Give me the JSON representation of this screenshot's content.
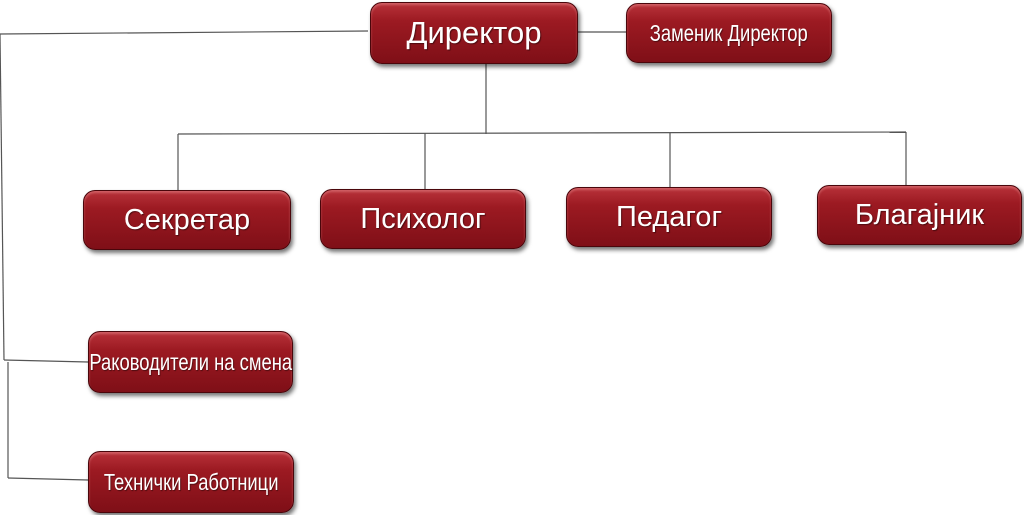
{
  "director": "Директор",
  "deputy": "Заменик Директор",
  "staff": [
    "Секретар",
    "Психолог",
    "Педагог",
    "Благајник"
  ],
  "shift_leaders": "Раководители на смена",
  "technical_workers": "Технички Работници"
}
